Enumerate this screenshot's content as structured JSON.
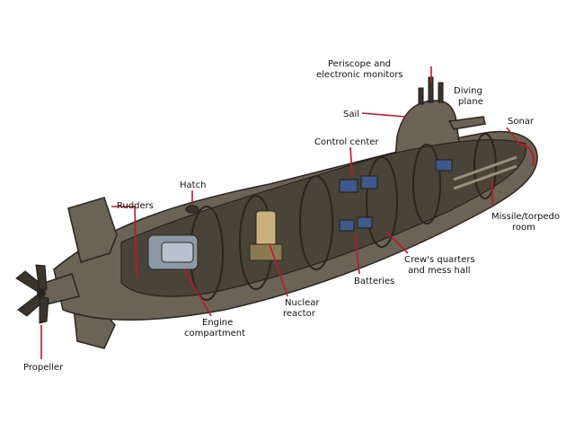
{
  "labels": {
    "periscope_line1": "Periscope and",
    "periscope_line2": "electronic monitors",
    "diving_line1": "Diving",
    "diving_line2": "plane",
    "sail": "Sail",
    "sonar": "Sonar",
    "control_center": "Control center",
    "hatch": "Hatch",
    "rudders": "Rudders",
    "missile_line1": "Missile/torpedo",
    "missile_line2": "room",
    "crew_line1": "Crew's quarters",
    "crew_line2": "and mess hall",
    "batteries": "Batteries",
    "nuclear_line1": "Nuclear",
    "nuclear_line2": "reactor",
    "engine_line1": "Engine",
    "engine_line2": "compartment",
    "propeller": "Propeller"
  },
  "colors": {
    "hull": "#6a6356",
    "interior": "#3a352c",
    "leader_line": "#c0182a",
    "battery_blue": "#3d5a8a",
    "equipment_tan": "#c9b27a",
    "background": "#ffffff"
  }
}
